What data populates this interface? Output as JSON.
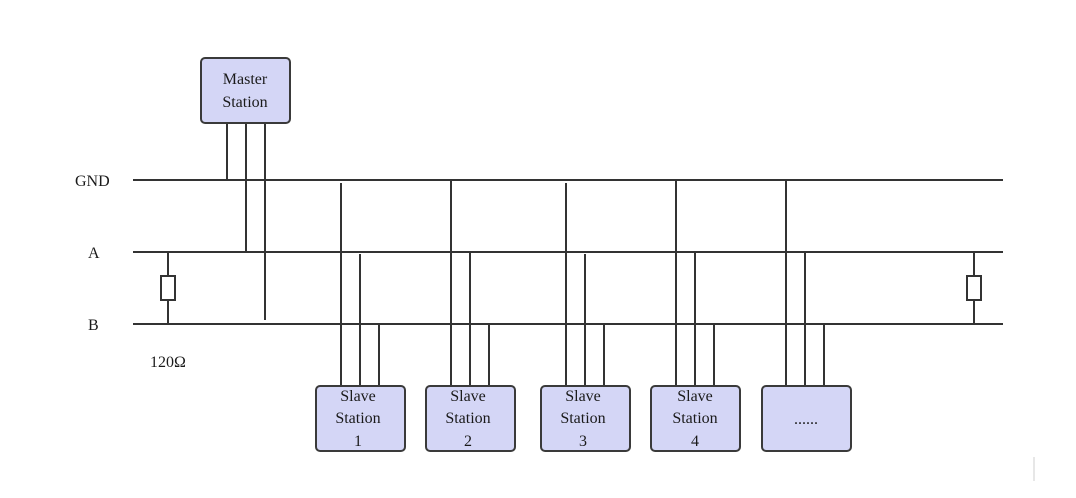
{
  "bus_labels": {
    "gnd": "GND",
    "a": "A",
    "b": "B"
  },
  "resistor_label": "120Ω",
  "master": {
    "line1": "Master",
    "line2": "Station"
  },
  "slaves": [
    {
      "line1": "Slave",
      "line2": "Station",
      "line3": "1"
    },
    {
      "line1": "Slave",
      "line2": "Station",
      "line3": "2"
    },
    {
      "line1": "Slave",
      "line2": "Station",
      "line3": "3"
    },
    {
      "line1": "Slave",
      "line2": "Station",
      "line3": "4"
    }
  ],
  "more_box": {
    "text": "......"
  },
  "colors": {
    "box_fill": "#d4d6f6",
    "wire": "#333333"
  }
}
